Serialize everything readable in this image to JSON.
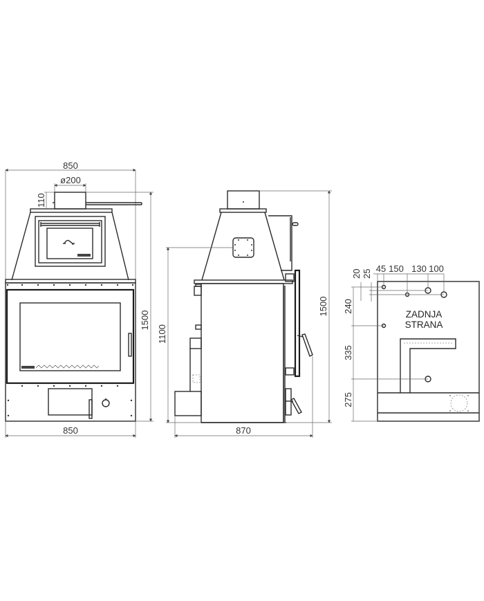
{
  "drawing": {
    "front_view": {
      "top_width": "850",
      "flue_diameter": "ø200",
      "flue_offset": "110",
      "total_height": "1500",
      "bottom_width": "850"
    },
    "side_view": {
      "flue_connection_height": "1100",
      "total_height": "1500",
      "depth": "870"
    },
    "back_view": {
      "label_line1": "ZADNJA",
      "label_line2": "STRANA",
      "horizontal_dims": [
        "45",
        "150",
        "130",
        "100"
      ],
      "vertical_dims_top": [
        "20",
        "25"
      ],
      "vertical_dims_side": [
        "240",
        "335",
        "275"
      ]
    }
  },
  "colors": {
    "line": "#2a2a2a",
    "dimension": "#666666",
    "background": "#ffffff"
  }
}
